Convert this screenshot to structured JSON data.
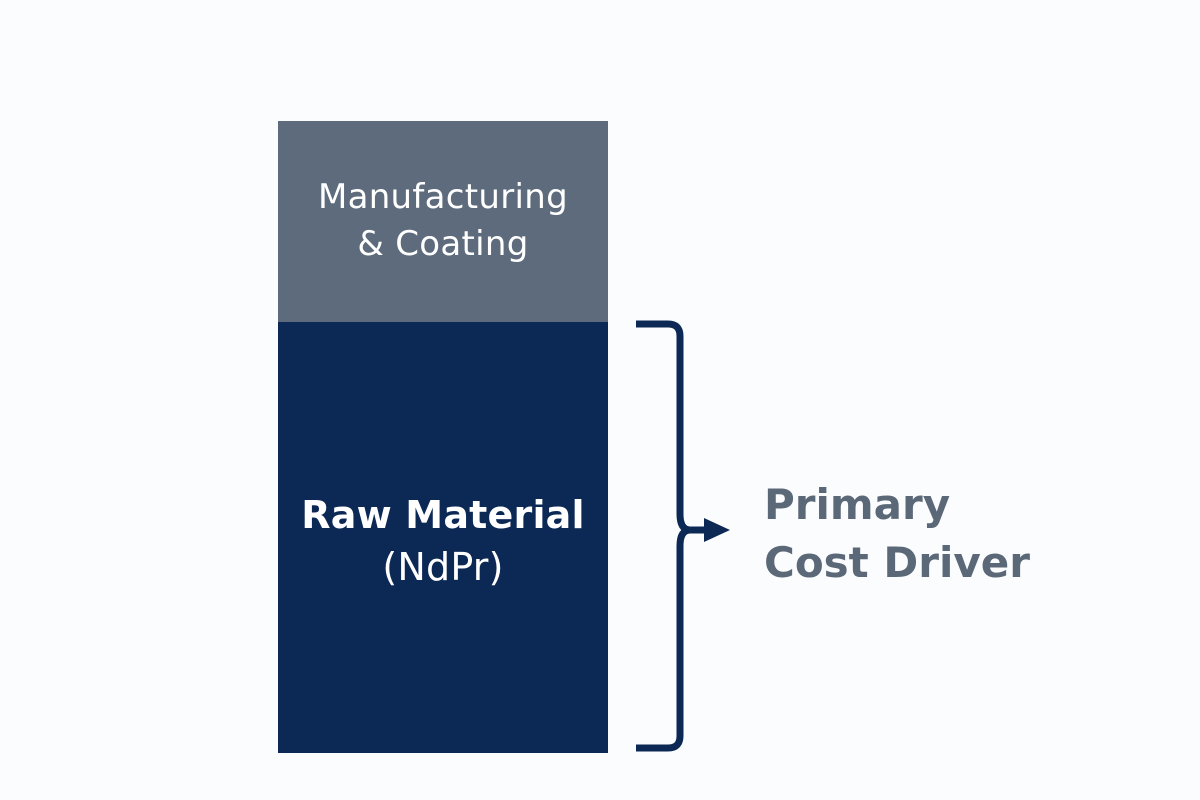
{
  "diagram": {
    "segments": [
      {
        "id": "manufacturing",
        "lines": [
          "Manufacturing",
          "& Coating"
        ],
        "color": "#5d6b7c"
      },
      {
        "id": "raw-material",
        "lines": [
          "Raw Material",
          "(NdPr)"
        ],
        "color": "#0c2855"
      }
    ],
    "brace_color": "#0c2855",
    "callout": {
      "lines": [
        "Primary",
        "Cost Driver"
      ],
      "color": "#5b6878"
    }
  }
}
